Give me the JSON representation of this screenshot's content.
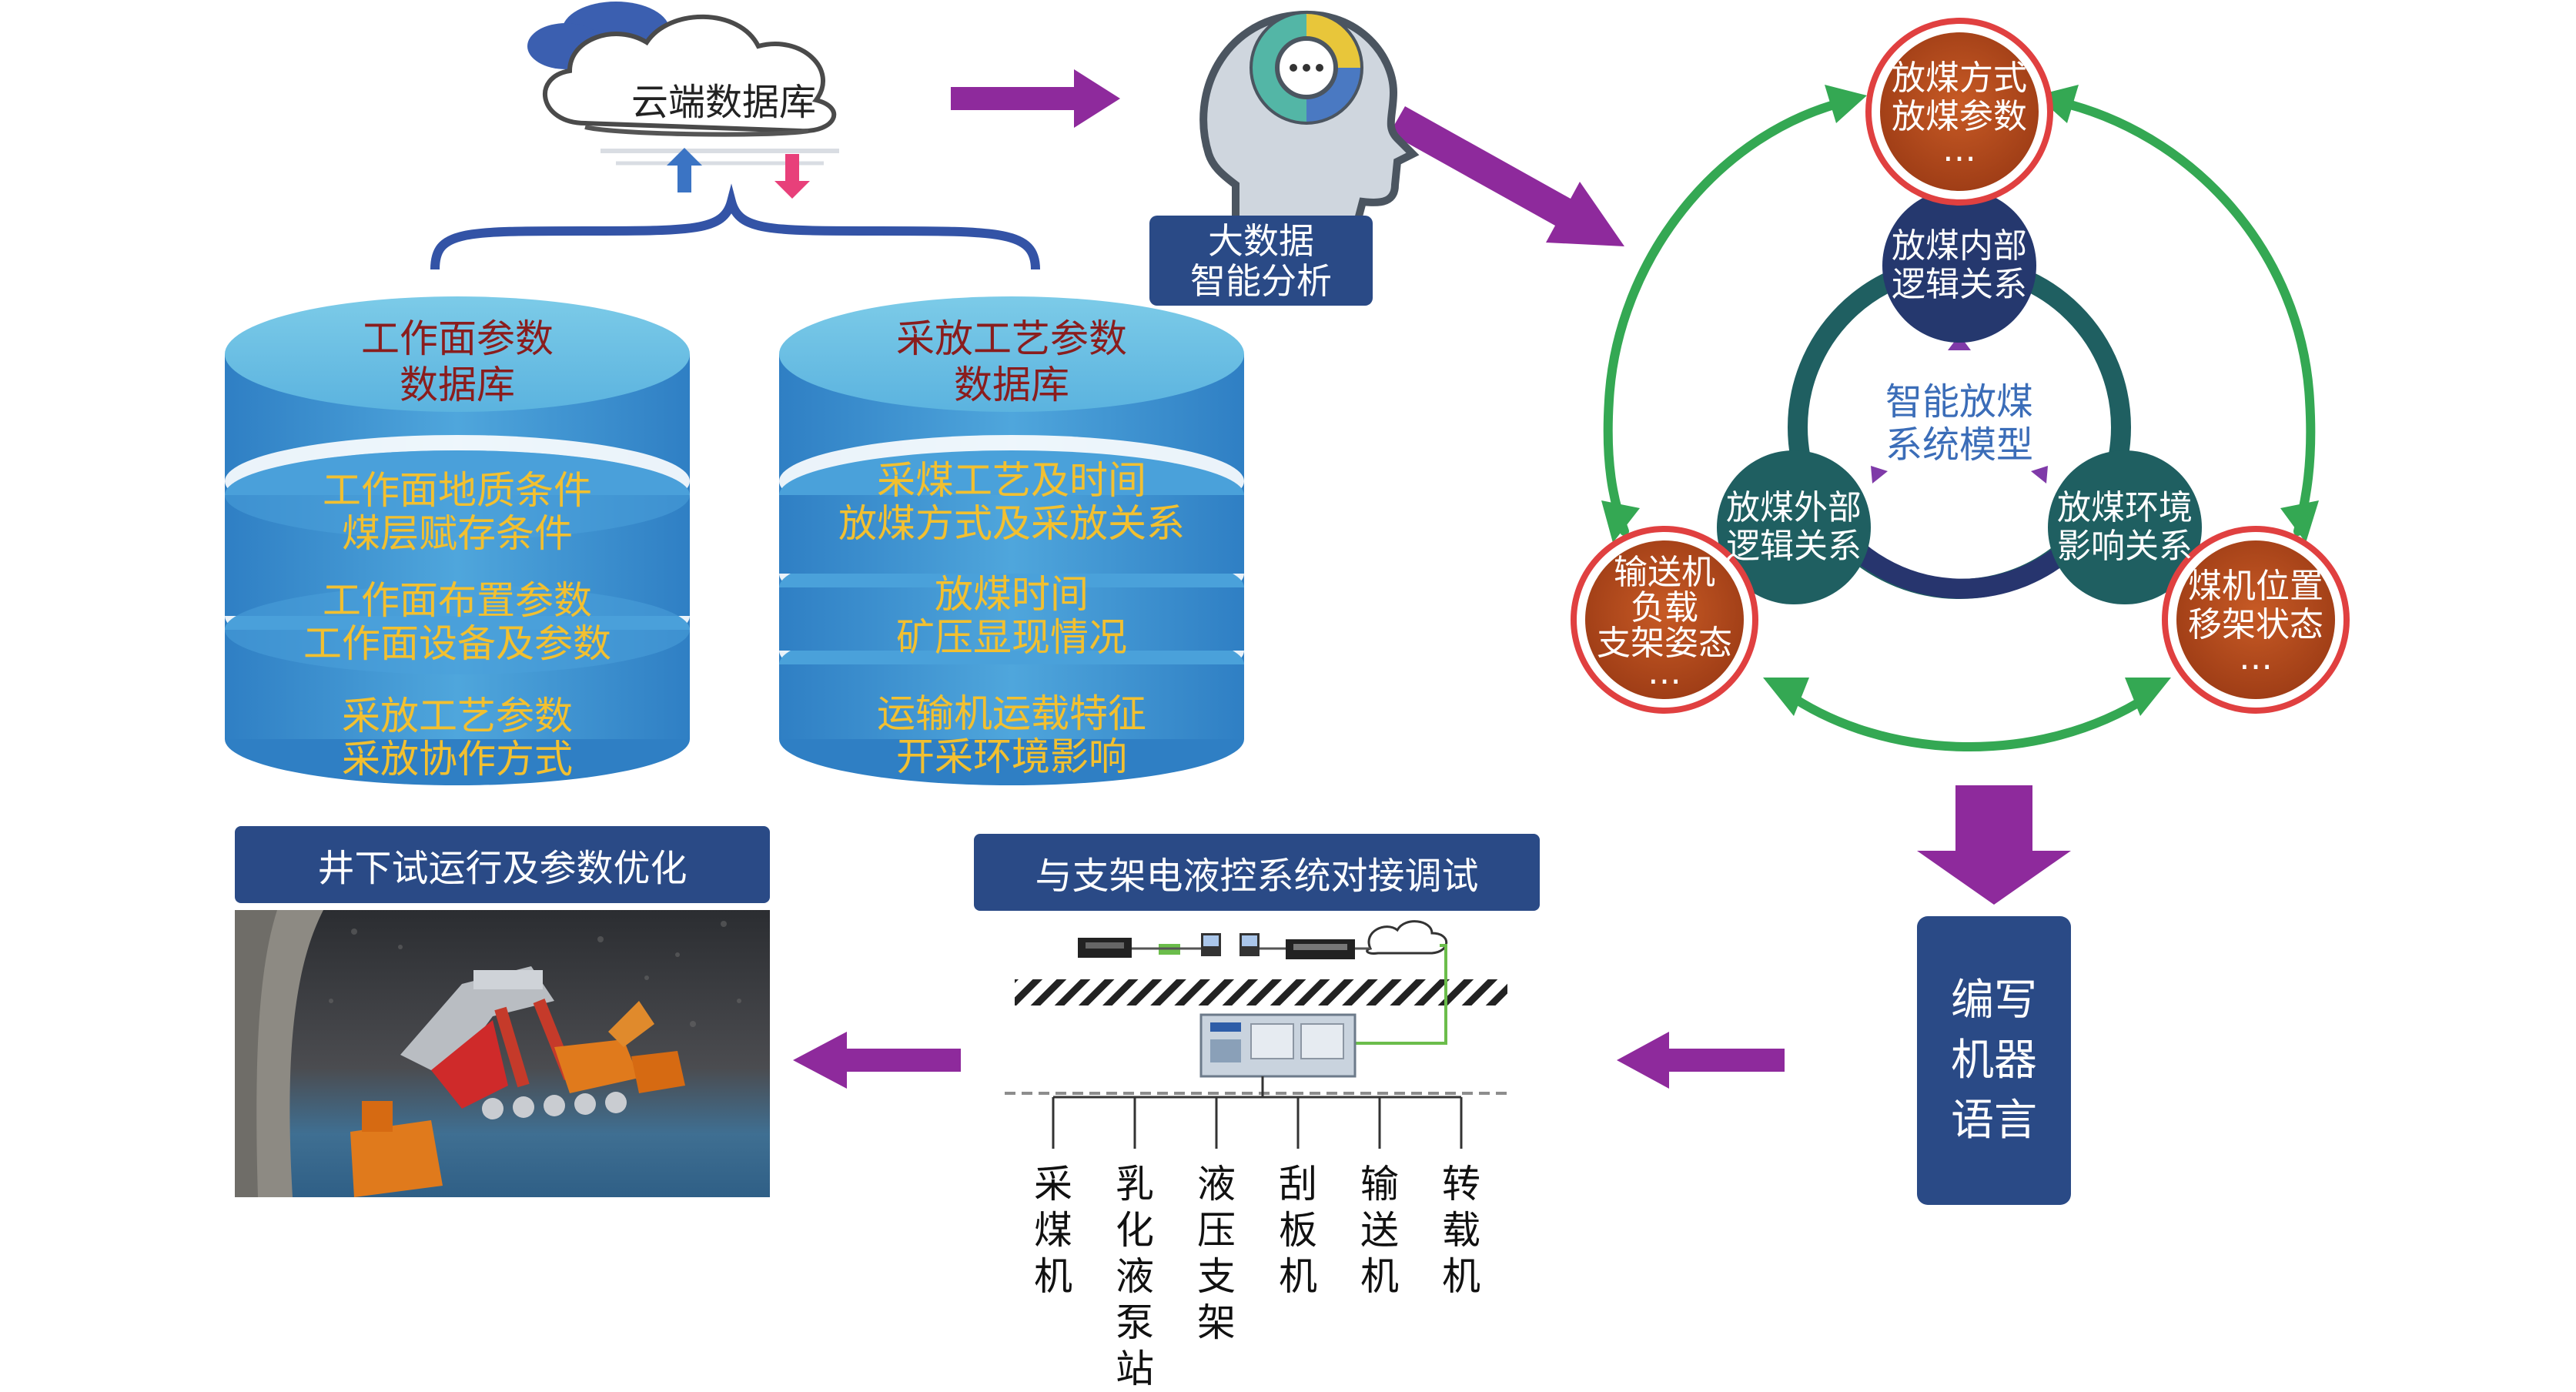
{
  "cloud": {
    "label": "云端数据库"
  },
  "analysis": {
    "lines": [
      "大数据",
      "智能分析"
    ]
  },
  "db_left": {
    "title": [
      "工作面参数",
      "数据库"
    ],
    "items": [
      "工作面地质条件",
      "煤层赋存条件",
      "工作面布置参数",
      "工作面设备及参数",
      "采放工艺参数",
      "采放协作方式"
    ]
  },
  "db_right": {
    "title": [
      "采放工艺参数",
      "数据库"
    ],
    "items": [
      "采煤工艺及时间",
      "放煤方式及采放关系",
      "放煤时间",
      "矿压显现情况",
      "运输机运载特征",
      "开采环境影响"
    ]
  },
  "model": {
    "center": [
      "智能放煤",
      "系统模型"
    ],
    "inner_top": [
      "放煤内部",
      "逻辑关系"
    ],
    "inner_left": [
      "放煤外部",
      "逻辑关系"
    ],
    "inner_right": [
      "放煤环境",
      "影响关系"
    ],
    "outer_top": [
      "放煤方式",
      "放煤参数",
      "…"
    ],
    "outer_left": [
      "输送机",
      "负载",
      "支架姿态",
      "…"
    ],
    "outer_right": [
      "煤机位置",
      "移架状态",
      "…"
    ]
  },
  "write": {
    "lines": [
      "编写",
      "机器",
      "语言"
    ]
  },
  "docking": {
    "title": "与支架电液控系统对接调试",
    "devices": [
      "采煤机",
      "乳化液泵站",
      "液压支架",
      "刮板机",
      "输送机",
      "转载机"
    ]
  },
  "trial": {
    "title": "井下试运行及参数优化"
  },
  "colors": {
    "navy": "#2a4a86",
    "purple_arrow": "#8e2a9c",
    "green_arrow": "#34a853",
    "orange_node": "#b5471c",
    "teal_node": "#1f5f61",
    "db_blue": "#3f95d4",
    "db_text": "#f2c030",
    "db_title": "#8a1d1d"
  }
}
